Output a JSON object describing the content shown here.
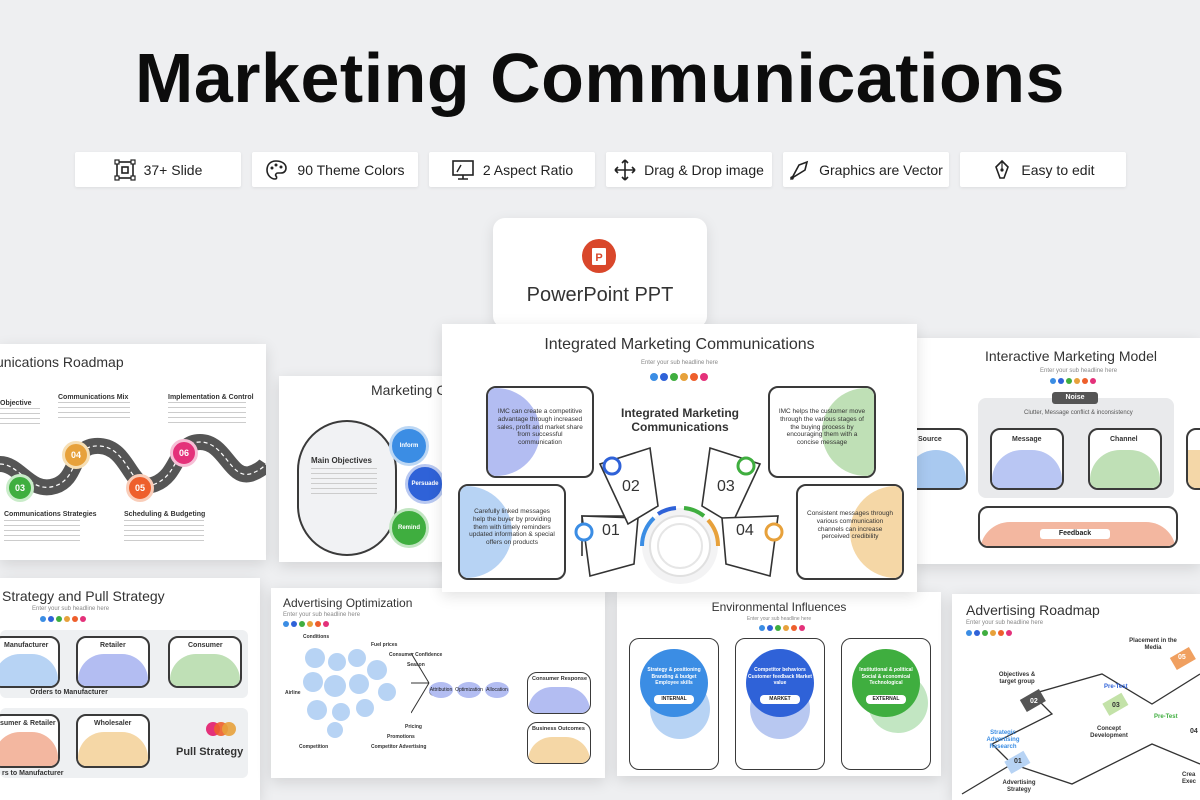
{
  "title": "Marketing Communications",
  "features": [
    {
      "icon": "slide-frame-icon",
      "label": "37+ Slide"
    },
    {
      "icon": "palette-icon",
      "label": "90 Theme Colors"
    },
    {
      "icon": "monitor-icon",
      "label": "2 Aspect Ratio"
    },
    {
      "icon": "move-arrows-icon",
      "label": "Drag & Drop image"
    },
    {
      "icon": "vector-pen-icon",
      "label": "Graphics are Vector"
    },
    {
      "icon": "pen-nib-icon",
      "label": "Easy to edit"
    }
  ],
  "powerpoint_label": "PowerPoint PPT",
  "palette": [
    "#3b8de4",
    "#2f62d8",
    "#3fae3f",
    "#e7a13b",
    "#ee5f2c",
    "#e4317a"
  ],
  "slides": {
    "comms_roadmap": {
      "title": "unications Roadmap",
      "steps": [
        "Objective",
        "Communications Mix",
        "Implementation & Control",
        "Communications Strategies",
        "Scheduling & Budgeting"
      ],
      "numbers": [
        "03",
        "04",
        "05",
        "06"
      ]
    },
    "marketing_comms": {
      "title": "Marketing Co",
      "heading": "Main Objectives",
      "nodes": [
        "Inform",
        "Persuade",
        "Remind"
      ]
    },
    "imc": {
      "title": "Integrated Marketing Communications",
      "subtitle": "Enter your sub headline here",
      "center_title": "Integrated Marketing Communications",
      "segments": [
        "01",
        "02",
        "03",
        "04"
      ],
      "box_tl": "IMC can create a competitive advantage through increased sales, profit and market share from successful communication",
      "box_tr": "IMC helps the customer move through the various stages of the buying process by encouraging them with a concise message",
      "box_bl": "Carefully linked messages help the buyer by providing them with timely reminders updated information & special offers on products",
      "box_br": "Consistent messages through various communication channels can increase perceived credibility"
    },
    "interactive": {
      "title": "Interactive Marketing Model",
      "subtitle": "Enter your sub headline here",
      "noise": "Noise",
      "noise_sub": "Clutter, Message conflict & inconsistency",
      "nodes": [
        "Source",
        "Message",
        "Channel"
      ],
      "feedback": "Feedback"
    },
    "push_pull": {
      "title": "Strategy and Pull Strategy",
      "subtitle": "Enter your sub headline here",
      "top_nodes": [
        "Manufacturer",
        "Retailer",
        "Consumer"
      ],
      "top_flow": "Orders to Manufacturer",
      "bottom_nodes": [
        "sumer & Retailer",
        "Wholesaler"
      ],
      "bottom_flow": "rs to Manufacturer",
      "pull_label": "Pull Strategy"
    },
    "adv_opt": {
      "title": "Advertising Optimization",
      "subtitle": "Enter your sub headline here",
      "labels": [
        "Conditions",
        "Fuel prices",
        "Consumer Confidence",
        "Season",
        "Airline",
        "Competition",
        "Competitor Advertising",
        "Promotions",
        "Pricing"
      ],
      "chain": [
        "Attribution",
        "Optimization",
        "Allocation"
      ],
      "outcomes": [
        "Consumer Response",
        "Business Outcomes"
      ]
    },
    "env": {
      "title": "Environmental Influences",
      "subtitle": "Enter your sub headline here",
      "cards": [
        {
          "text": "Strategy & positioning Branding & budget Employee skills",
          "tag": "INTERNAL"
        },
        {
          "text": "Competitor behaviors Customer feedback Market value",
          "tag": "MARKET"
        },
        {
          "text": "Institutional & political Social & economical Technological",
          "tag": "EXTERNAL"
        }
      ]
    },
    "adv_roadmap": {
      "title": "Advertising Roadmap",
      "subtitle": "Enter your sub headline here",
      "labels": [
        "Placement in the Media",
        "Objectives & target group",
        "Pre-Test",
        "Pre-Test",
        "Concept Development",
        "Strategic Advertising Research",
        "Advertising Strategy",
        "Crea Exec"
      ],
      "numbers": [
        "01",
        "02",
        "03",
        "04",
        "05"
      ]
    }
  }
}
